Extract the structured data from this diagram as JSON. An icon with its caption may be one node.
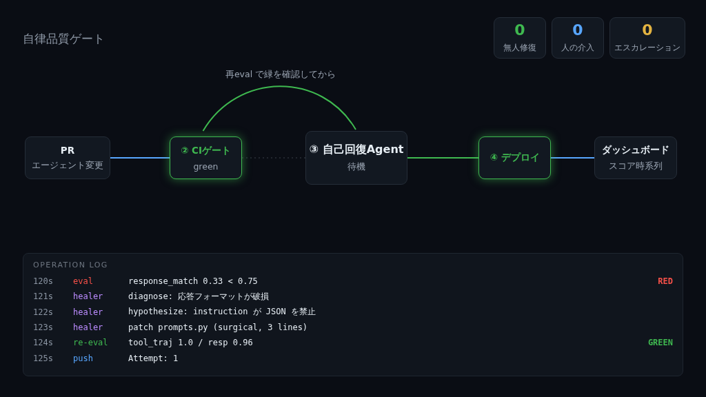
{
  "diagram": {
    "title": "自律品質ゲート",
    "nodes": [
      {
        "text": [
          "PR",
          "エージェント変更"
        ]
      },
      {
        "text": [
          "② CIゲート",
          "green"
        ]
      },
      {
        "text": [
          "③ 自己回復Agent",
          "待機"
        ]
      },
      {
        "text": [
          "④ デプロイ"
        ]
      },
      {
        "text": [
          "ダッシュボード",
          "スコア時系列"
        ]
      },
      {
        "text": [
          "0",
          "無人修復"
        ]
      },
      {
        "text": [
          "0",
          "人の介入"
        ]
      },
      {
        "text": [
          "0",
          "エスカレーション"
        ]
      },
      {
        "text": [
          "OPERATION LOG"
        ]
      }
    ],
    "edges": [
      {
        "from": 0,
        "to": 1,
        "arrow": "none",
        "color": "#58a6ff"
      },
      {
        "from": 1,
        "to": 2,
        "arrow": "none",
        "style": "dashed",
        "color": "#3a414b"
      },
      {
        "from": 2,
        "to": 3,
        "arrow": "none",
        "color": "#3fb950"
      },
      {
        "from": 3,
        "to": 4,
        "arrow": "none",
        "color": "#58a6ff"
      },
      {
        "from": 1,
        "to": 2,
        "arrow": "none",
        "label": "再eval で緑を確認してから",
        "color": "#3fb950"
      }
    ],
    "labels": [
      "120s",
      "eval",
      "response_match 0.33 < 0.75",
      "RED",
      "121s",
      "healer",
      "diagnose: 応答フォーマットが破損",
      "122s",
      "healer",
      "hypothesize: instruction が JSON を禁止",
      "123s",
      "healer",
      "patch prompts.py (surgical, 3 lines)",
      "124s",
      "re-eval",
      "tool_traj 1.0 / resp 0.96",
      "GREEN",
      "125s",
      "push",
      "Attempt: 1"
    ]
  }
}
